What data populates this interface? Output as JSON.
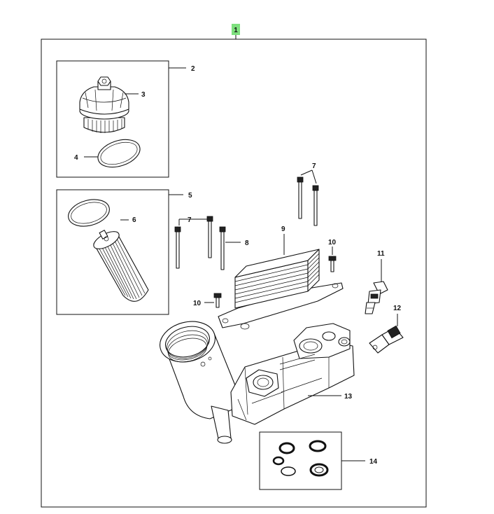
{
  "diagram": {
    "badge": "1",
    "callouts": {
      "c2": "2",
      "c3": "3",
      "c4": "4",
      "c5": "5",
      "c6": "6",
      "c7a": "7",
      "c7b": "7",
      "c8": "8",
      "c9": "9",
      "c10a": "10",
      "c10b": "10",
      "c11": "11",
      "c12": "12",
      "c13": "13",
      "c14": "14"
    },
    "colors": {
      "badge": "#7ee07e",
      "line": "#111111",
      "background": "#ffffff"
    }
  }
}
